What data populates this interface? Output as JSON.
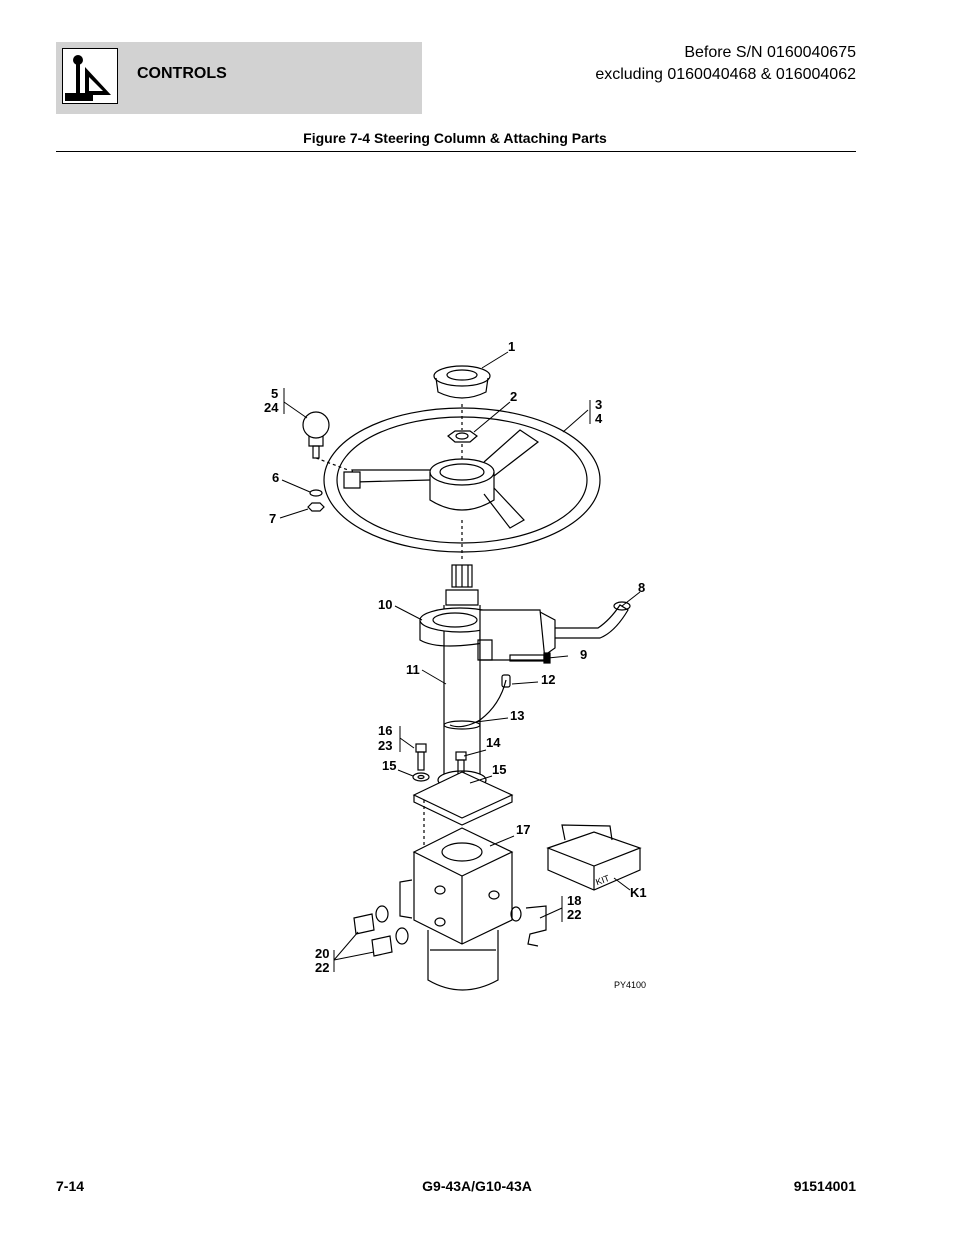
{
  "header": {
    "section": "CONTROLS",
    "serial_line1": "Before S/N 0160040675",
    "serial_line2": "excluding 0160040468 & 016004062",
    "logo_icon": "control-lever-icon"
  },
  "figure": {
    "title": "Figure 7-4 Steering Column & Attaching Parts",
    "drawing_code": "PY4100",
    "kit_label": "KIT",
    "callouts": {
      "c1": "1",
      "c2": "2",
      "c3": "3",
      "c4": "4",
      "c5": "5",
      "c24": "24",
      "c6": "6",
      "c7": "7",
      "c8": "8",
      "c9": "9",
      "c10": "10",
      "c11": "11",
      "c12": "12",
      "c13": "13",
      "c14": "14",
      "c15a": "15",
      "c15b": "15",
      "c16": "16",
      "c23": "23",
      "c17": "17",
      "c18": "18",
      "c22a": "22",
      "c20": "20",
      "c22b": "22",
      "ck1": "K1"
    }
  },
  "footer": {
    "page": "7-14",
    "model": "G9-43A/G10-43A",
    "doc_number": "91514001"
  }
}
